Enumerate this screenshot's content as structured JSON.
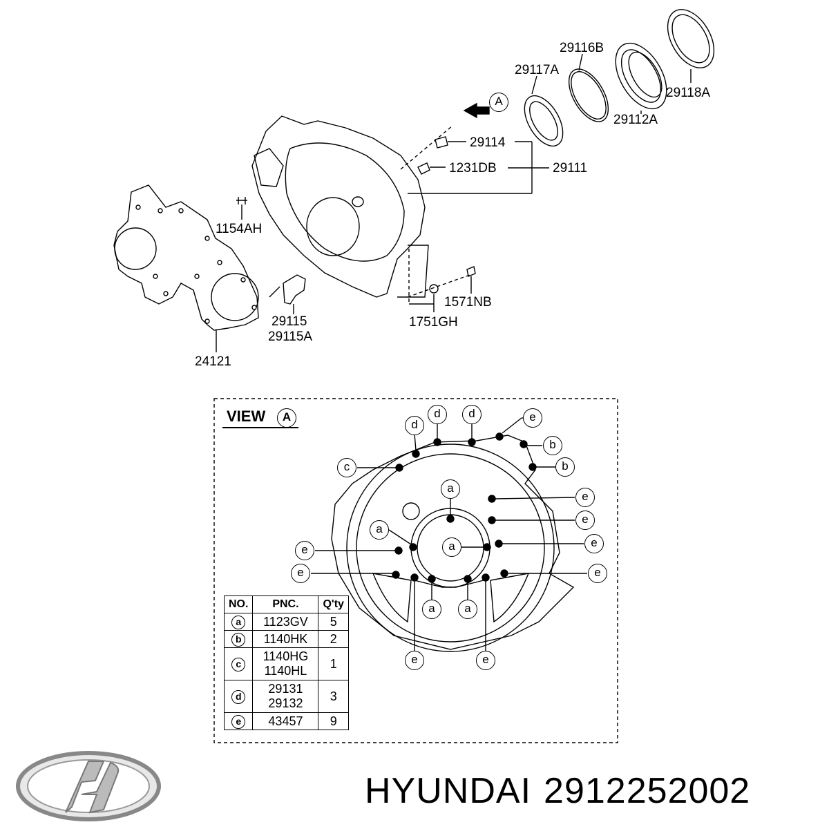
{
  "upper_labels": [
    {
      "id": "p29116B",
      "text": "29116B"
    },
    {
      "id": "p29117A",
      "text": "29117A"
    },
    {
      "id": "p29118A",
      "text": "29118A"
    },
    {
      "id": "p29112A",
      "text": "29112A"
    },
    {
      "id": "p29114",
      "text": "29114"
    },
    {
      "id": "p1231DB",
      "text": "1231DB"
    },
    {
      "id": "p29111",
      "text": "29111"
    },
    {
      "id": "p1154AH",
      "text": "1154AH"
    },
    {
      "id": "p29115",
      "text": "29115"
    },
    {
      "id": "p29115A",
      "text": "29115A"
    },
    {
      "id": "p1571NB",
      "text": "1571NB"
    },
    {
      "id": "p1751GH",
      "text": "1751GH"
    },
    {
      "id": "p24121",
      "text": "24121"
    }
  ],
  "view_arrow_letter": "A",
  "view": {
    "title": "VIEW",
    "letter": "A",
    "callouts": [
      "d",
      "d",
      "d",
      "e",
      "b",
      "b",
      "c",
      "a",
      "e",
      "e",
      "a",
      "a",
      "e",
      "e",
      "e",
      "e",
      "a",
      "a",
      "e",
      "e"
    ]
  },
  "table": {
    "headers": [
      "NO.",
      "PNC.",
      "Q'ty"
    ],
    "rows": [
      {
        "no": "a",
        "pnc": [
          "1123GV"
        ],
        "qty": "5"
      },
      {
        "no": "b",
        "pnc": [
          "1140HK"
        ],
        "qty": "2"
      },
      {
        "no": "c",
        "pnc": [
          "1140HG",
          "1140HL"
        ],
        "qty": "1"
      },
      {
        "no": "d",
        "pnc": [
          "29131",
          "29132"
        ],
        "qty": "3"
      },
      {
        "no": "e",
        "pnc": [
          "43457"
        ],
        "qty": "9"
      }
    ]
  },
  "brand": {
    "name": "HYUNDAI",
    "part_number": "2912252002"
  }
}
